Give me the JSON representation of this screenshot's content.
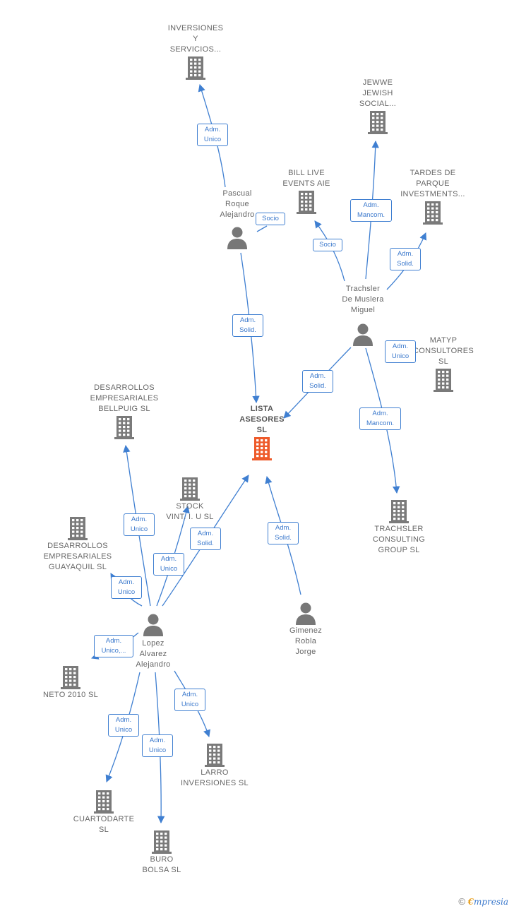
{
  "colors": {
    "edge": "#3f7fd1",
    "building": "#7a7a7a",
    "target": "#ee5a2a",
    "person": "#777777"
  },
  "nodes": {
    "inversiones": "INVERSIONES\nY\nSERVICIOS...",
    "jewwe": "JEWWE\nJEWISH\nSOCIAL...",
    "bill_live": "BILL LIVE\nEVENTS AIE",
    "tardes": "TARDES DE\nPARQUE\nINVESTMENTS...",
    "matyp": "MATYP\nCONSULTORES\nSL",
    "pascual": "Pascual\nRoque\nAlejandro",
    "trachsler_person": "Trachsler\nDe Muslera\nMiguel",
    "lista": "LISTA\nASESORES\nSL",
    "desarrollos_bellpuig": "DESARROLLOS\nEMPRESARIALES\nBELLPUIG SL",
    "stock": "STOCK\nVINT.  I. U SL",
    "desarrollos_guayaquil": "DESARROLLOS\nEMPRESARIALES\nGUAYAQUIL SL",
    "trachsler_consulting": "TRACHSLER\nCONSULTING\nGROUP  SL",
    "gimenez": "Gimenez\nRobla\nJorge",
    "lopez": "Lopez\nAlvarez\nAlejandro",
    "neto": "NETO 2010  SL",
    "larro": "LARRO\nINVERSIONES SL",
    "cuartodarte": "CUARTODARTE\nSL",
    "buro": "BURO\nBOLSA  SL"
  },
  "badges": {
    "b1": "Adm.\nUnico",
    "b2": "Socio",
    "b3": "Adm.\nMancom.",
    "b4": "Socio",
    "b5": "Adm.\nSolid.",
    "b6": "Adm.\nSolid.",
    "b7": "Adm.\nUnico",
    "b8": "Adm.\nSolid.",
    "b9": "Adm.\nMancom.",
    "b10": "Adm.\nUnico",
    "b11": "Adm.\nSolid.",
    "b12": "Adm.\nSolid.",
    "b13": "Adm.\nUnico",
    "b14": "Adm.\nUnico",
    "b15": "Adm.\nUnico,...",
    "b16": "Adm.\nUnico",
    "b17": "Adm.\nUnico",
    "b18": "Adm.\nUnico"
  },
  "footer": {
    "copyright": "©",
    "brand_e": "€",
    "brand_rest": "mpresia"
  }
}
